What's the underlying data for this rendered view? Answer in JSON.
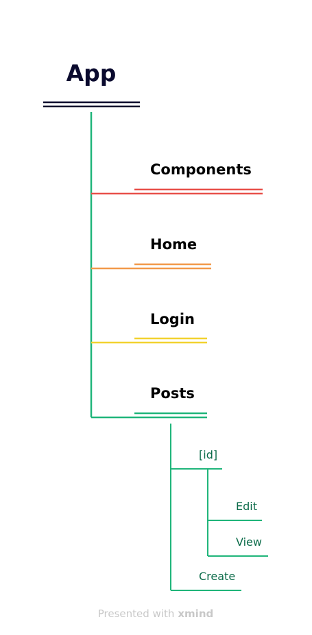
{
  "root": {
    "label": "App",
    "color": "#0a0a2e"
  },
  "branches": [
    {
      "label": "Components",
      "color": "#e8504a"
    },
    {
      "label": "Home",
      "color": "#f2994a"
    },
    {
      "label": "Login",
      "color": "#f2d230"
    },
    {
      "label": "Posts",
      "color": "#1fb57a"
    }
  ],
  "posts_children": {
    "color": "#1fb57a",
    "text_color": "#0b6b49",
    "id_label": "[id]",
    "id_children": [
      "Edit",
      "View"
    ],
    "create_label": "Create"
  },
  "footer": {
    "presented_text": "Presented with",
    "brand": "xmind",
    "color": "#c8c8c8"
  }
}
